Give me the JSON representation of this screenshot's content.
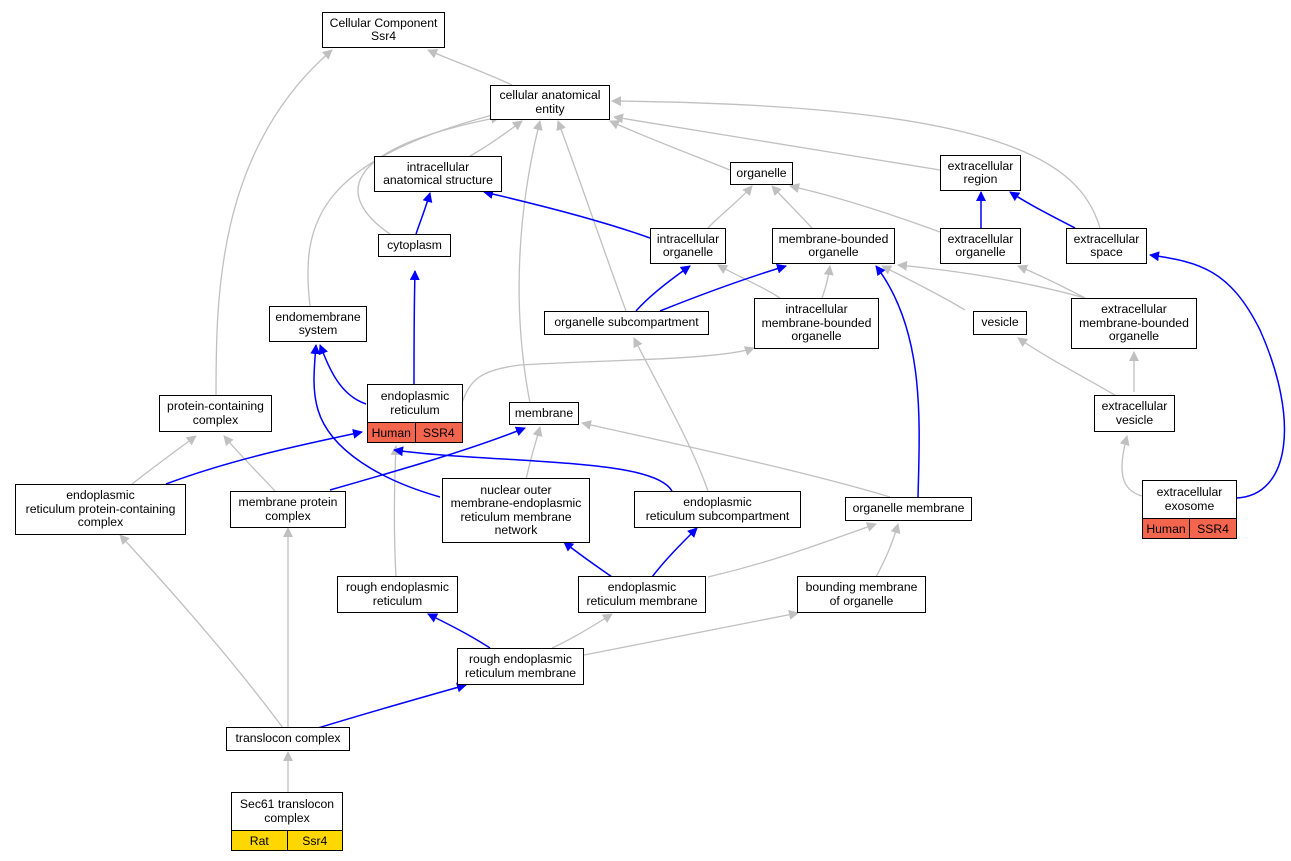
{
  "colors": {
    "is_a_edge": "#c0c0c0",
    "part_of_edge": "#0000ff",
    "human_annotation": "#f4654e",
    "rat_annotation": "#ffd700"
  },
  "nodes": {
    "cellular_component": {
      "label": "Cellular Component\nSsr4"
    },
    "cellular_anatomical_entity": {
      "label": "cellular anatomical\nentity"
    },
    "intracellular_anatomical_structure": {
      "label": "intracellular\nanatomical structure"
    },
    "organelle": {
      "label": "organelle"
    },
    "extracellular_region": {
      "label": "extracellular\nregion"
    },
    "cytoplasm": {
      "label": "cytoplasm"
    },
    "intracellular_organelle": {
      "label": "intracellular\norganelle"
    },
    "membrane_bounded_organelle": {
      "label": "membrane-bounded\norganelle"
    },
    "extracellular_organelle": {
      "label": "extracellular\norganelle"
    },
    "extracellular_space": {
      "label": "extracellular\nspace"
    },
    "endomembrane_system": {
      "label": "endomembrane\nsystem"
    },
    "organelle_subcompartment": {
      "label": "organelle subcompartment"
    },
    "intracellular_membrane_bounded_organelle": {
      "label": "intracellular\nmembrane-bounded\norganelle"
    },
    "vesicle": {
      "label": "vesicle"
    },
    "extracellular_membrane_bounded_organelle": {
      "label": "extracellular\nmembrane-bounded\norganelle"
    },
    "protein_containing_complex": {
      "label": "protein-containing\ncomplex"
    },
    "endoplasmic_reticulum": {
      "label": "endoplasmic\nreticulum",
      "annotation": {
        "species": "Human",
        "gene": "SSR4"
      }
    },
    "membrane": {
      "label": "membrane"
    },
    "extracellular_vesicle": {
      "label": "extracellular\nvesicle"
    },
    "er_protein_containing_complex": {
      "label": "endoplasmic\nreticulum protein-containing\ncomplex"
    },
    "membrane_protein_complex": {
      "label": "membrane protein\ncomplex"
    },
    "nuclear_outer_membrane_er_network": {
      "label": "nuclear outer\nmembrane-endoplasmic\nreticulum membrane\nnetwork"
    },
    "er_subcompartment": {
      "label": "endoplasmic\nreticulum subcompartment"
    },
    "organelle_membrane": {
      "label": "organelle membrane"
    },
    "extracellular_exosome": {
      "label": "extracellular\nexosome",
      "annotation": {
        "species": "Human",
        "gene": "SSR4"
      }
    },
    "rough_er": {
      "label": "rough endoplasmic\nreticulum"
    },
    "er_membrane": {
      "label": "endoplasmic\nreticulum membrane"
    },
    "bounding_membrane_of_organelle": {
      "label": "bounding membrane\nof organelle"
    },
    "rough_er_membrane": {
      "label": "rough endoplasmic\nreticulum membrane"
    },
    "translocon_complex": {
      "label": "translocon complex"
    },
    "sec61_translocon_complex": {
      "label": "Sec61 translocon\ncomplex",
      "annotation": {
        "species": "Rat",
        "gene": "Ssr4"
      }
    }
  }
}
